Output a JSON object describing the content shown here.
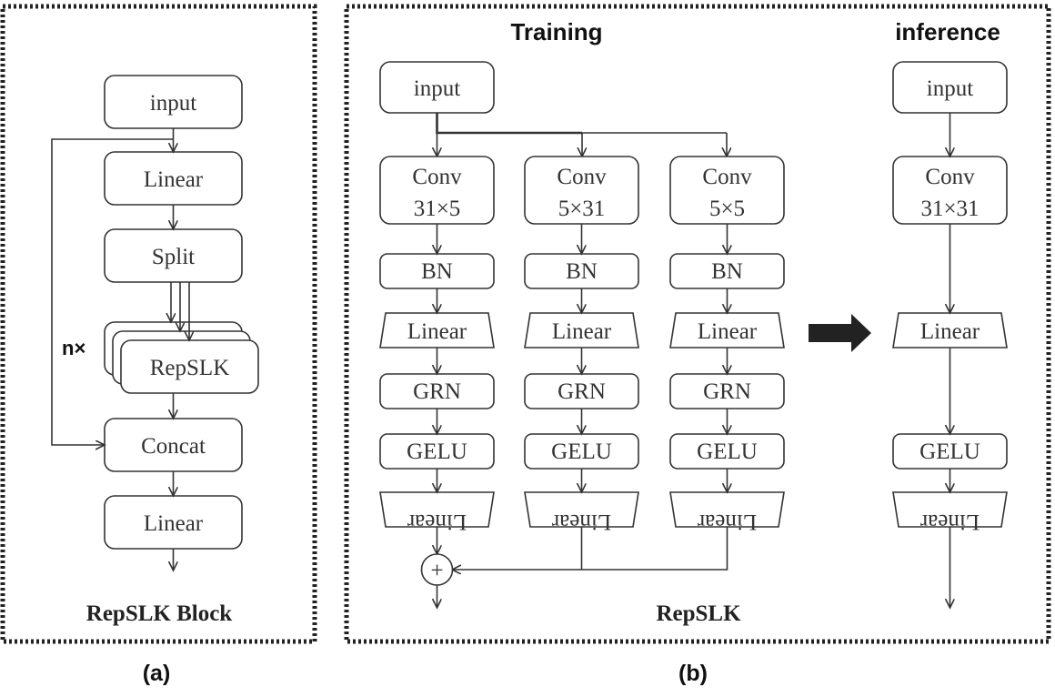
{
  "panel_a": {
    "tag": "(a)",
    "caption": "RepSLK Block",
    "repeat_label": "n×",
    "nodes": {
      "input": "input",
      "linear1": "Linear",
      "split": "Split",
      "repslk": "RepSLK",
      "concat": "Concat",
      "linear2": "Linear"
    }
  },
  "panel_b": {
    "tag": "(b)",
    "caption": "RepSLK",
    "training_title": "Training",
    "inference_title": "inference",
    "input": "input",
    "add_symbol": "+",
    "branches": [
      {
        "conv": "Conv",
        "kernel": "31×5",
        "bn": "BN",
        "linear_in": "Linear",
        "grn": "GRN",
        "gelu": "GELU",
        "linear_out": "Linear"
      },
      {
        "conv": "Conv",
        "kernel": "5×31",
        "bn": "BN",
        "linear_in": "Linear",
        "grn": "GRN",
        "gelu": "GELU",
        "linear_out": "Linear"
      },
      {
        "conv": "Conv",
        "kernel": "5×5",
        "bn": "BN",
        "linear_in": "Linear",
        "grn": "GRN",
        "gelu": "GELU",
        "linear_out": "Linear"
      }
    ],
    "inference": {
      "input": "input",
      "conv": "Conv",
      "kernel": "31×31",
      "linear_in": "Linear",
      "gelu": "GELU",
      "linear_out": "Linear"
    }
  }
}
